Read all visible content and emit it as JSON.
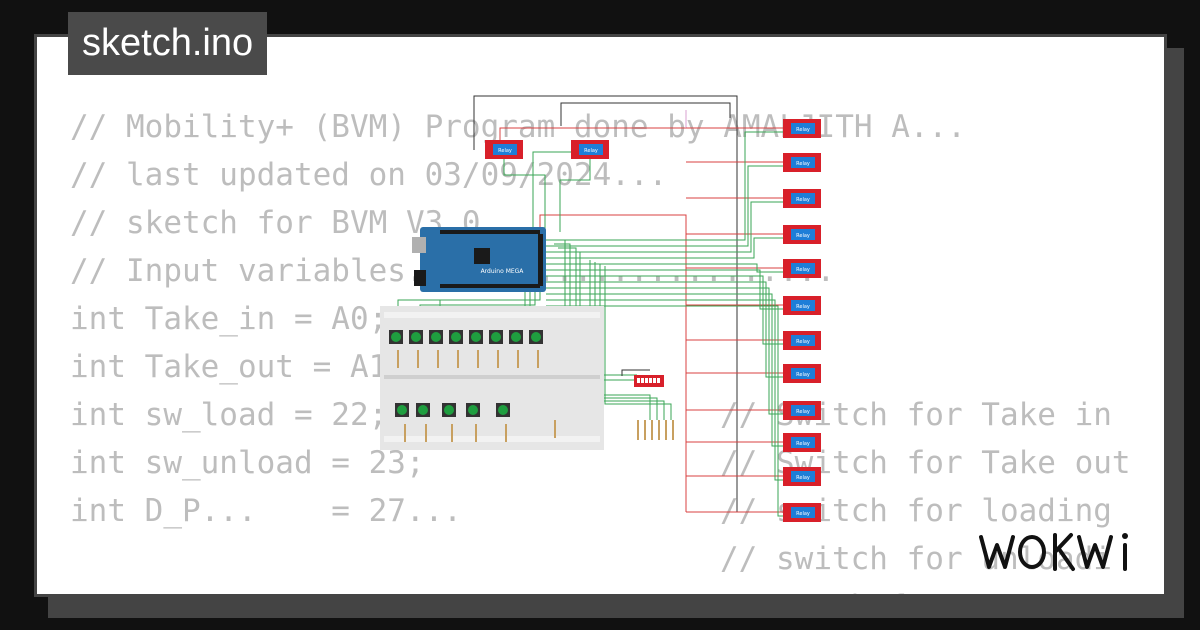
{
  "title": "sketch.ino",
  "code_lines": [
    "// Mobility+ (BVM) Program done by AMALJITH A...",
    "// last updated on 03/09/2024...",
    "// sketch for BVM V3.0",
    "",
    "// Input variables.......................",
    "",
    "int Take_in = A0;",
    "int Take_out = A1;",
    "int sw_load = 22;",
    "int sw_unload = 23;",
    "int D_P...    = 27..."
  ],
  "comment_lines": [
    "// Switch for Take in",
    "// Switch for Take out",
    "// switch for loading",
    "// switch for unloadi",
    "// S...h f..."
  ],
  "board_label": "Arduino MEGA",
  "relay_label": "Relay",
  "logo_text": "WOKWI",
  "colors": {
    "background": "#111111",
    "card": "#ffffff",
    "code_text": "#bdbdbd",
    "board": "#2a6fa8",
    "relay": "#d8202a",
    "wire_green": "#3aa655",
    "wire_red": "#d84040",
    "button": "#1f9e3f"
  }
}
